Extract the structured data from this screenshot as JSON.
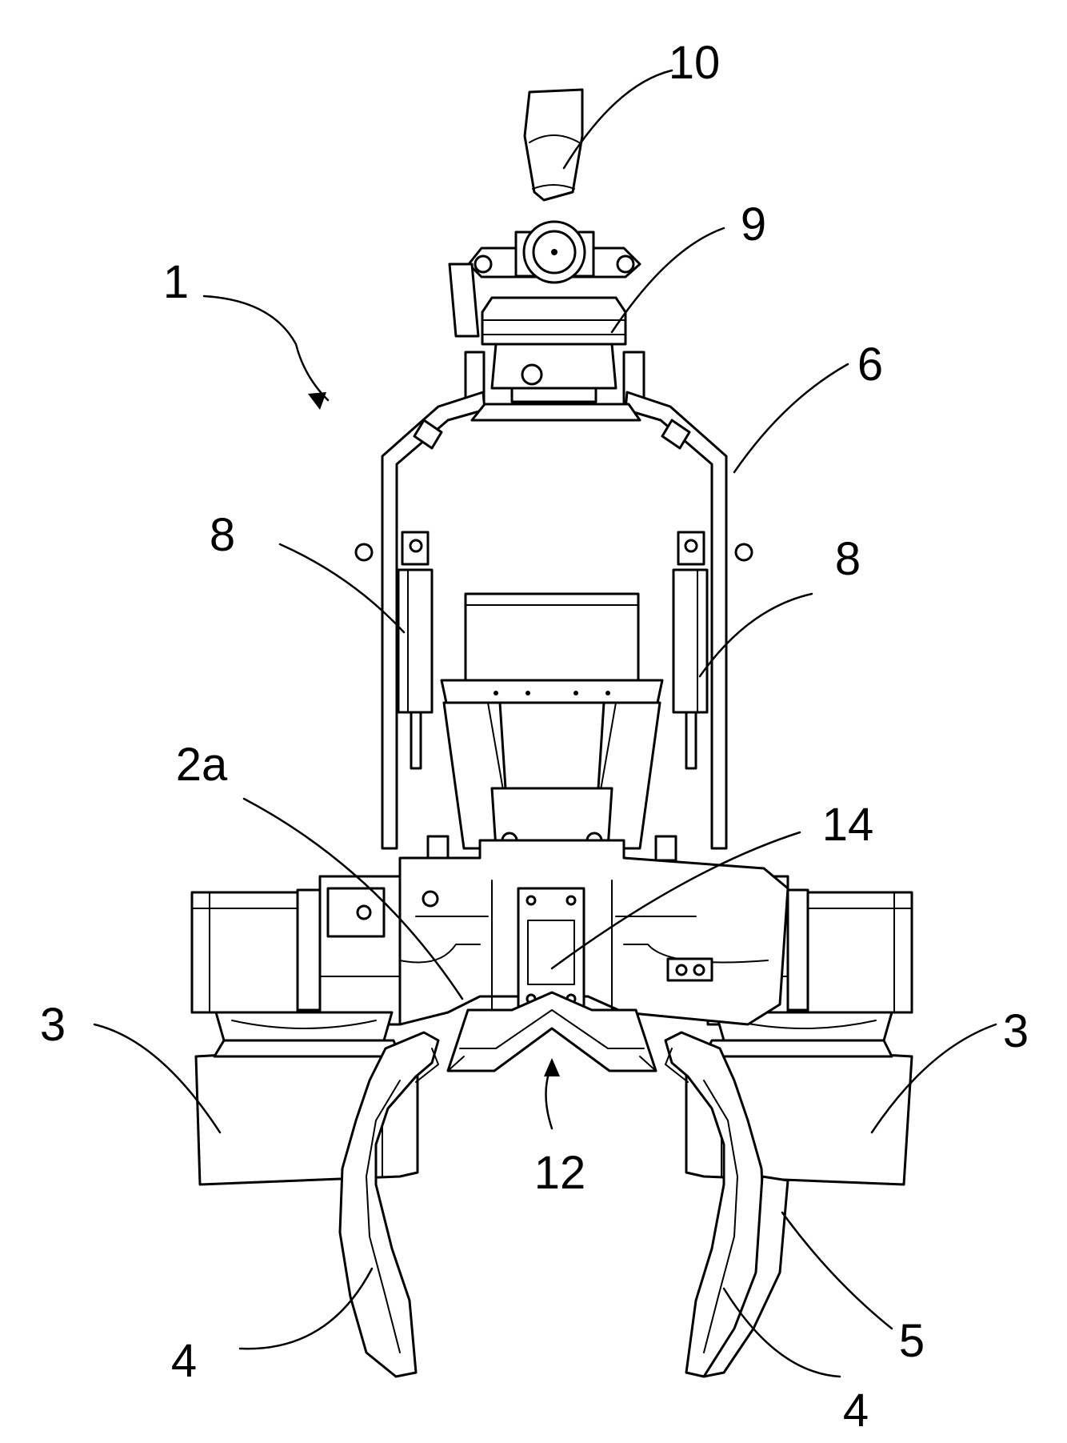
{
  "labels": {
    "l1": "1",
    "l2a": "2a",
    "l3_left": "3",
    "l3_right": "3",
    "l4_left": "4",
    "l4_right": "4",
    "l5": "5",
    "l6": "6",
    "l8_left": "8",
    "l8_right": "8",
    "l9": "9",
    "l10": "10",
    "l12": "12",
    "l14": "14"
  },
  "colors": {
    "line": "#000000",
    "background": "#ffffff"
  }
}
